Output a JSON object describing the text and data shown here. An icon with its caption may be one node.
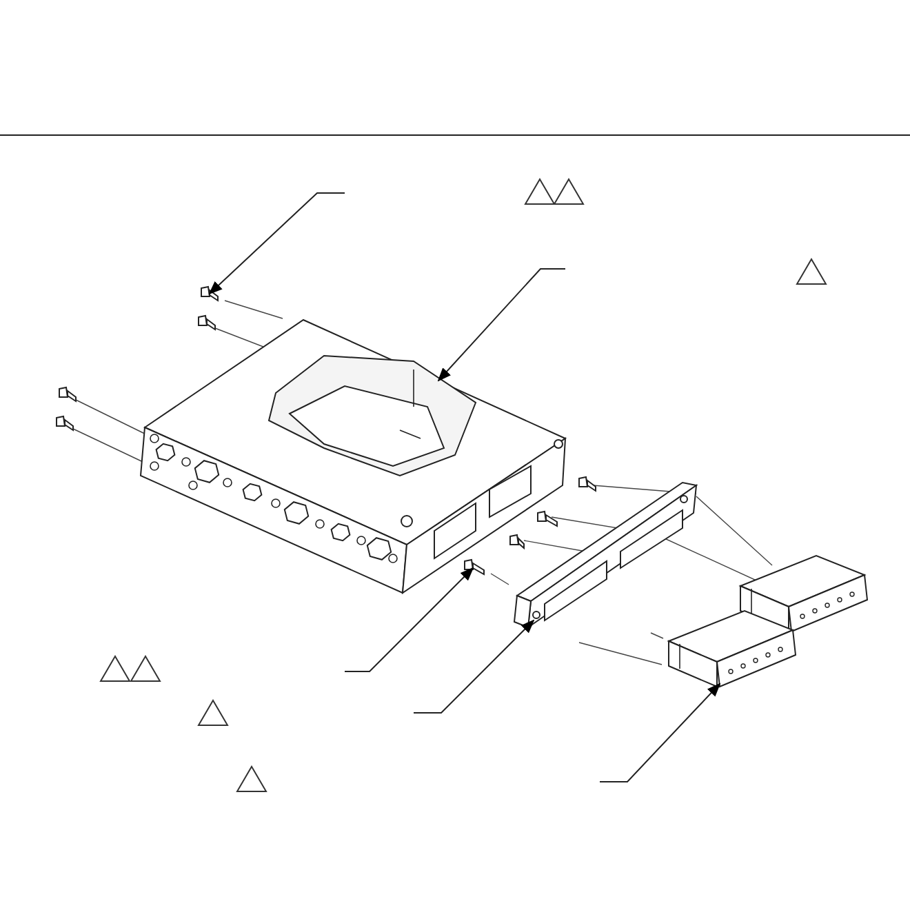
{
  "diagram": {
    "nodes": [
      {
        "text": [],
        "shape": "picture"
      },
      {
        "text": [],
        "shape": "picture"
      },
      {
        "text": [],
        "shape": "picture"
      },
      {
        "text": [],
        "shape": "picture"
      },
      {
        "text": [],
        "shape": "picture"
      }
    ],
    "edges": [
      {
        "from": null,
        "to": 0,
        "arrow": "to"
      },
      {
        "from": null,
        "to": 1,
        "arrow": "to"
      },
      {
        "from": null,
        "to": 2,
        "arrow": "to"
      },
      {
        "from": null,
        "to": 3,
        "arrow": "to"
      },
      {
        "from": null,
        "to": 4,
        "arrow": "to"
      }
    ]
  }
}
